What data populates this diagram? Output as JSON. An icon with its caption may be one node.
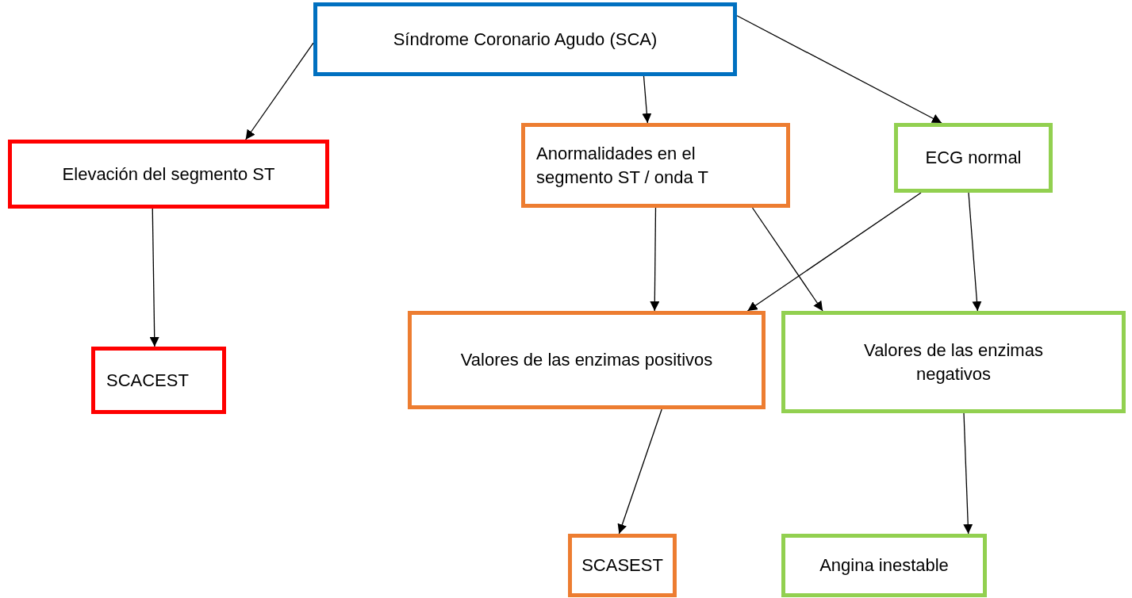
{
  "diagram": {
    "nodes": [
      {
        "text": [
          "Síndrome Coronario Agudo (SCA)"
        ]
      },
      {
        "text": [
          "Elevación del segmento ST"
        ]
      },
      {
        "text": [
          "SCACEST"
        ]
      },
      {
        "text": [
          "Anormalidades en el segmento ST / onda T"
        ]
      },
      {
        "text": [
          "ECG normal"
        ]
      },
      {
        "text": [
          "Valores de las enzimas positivos"
        ]
      },
      {
        "text": [
          "Valores de las enzimas negativos"
        ]
      },
      {
        "text": [
          "SCASEST"
        ]
      },
      {
        "text": [
          "Angina inestable"
        ]
      }
    ],
    "edges": [
      {
        "from": 0,
        "to": 1,
        "arrow": "to"
      },
      {
        "from": 0,
        "to": 3,
        "arrow": "to"
      },
      {
        "from": 0,
        "to": 4,
        "arrow": "to"
      },
      {
        "from": 1,
        "to": 2,
        "arrow": "to"
      },
      {
        "from": 3,
        "to": 5,
        "arrow": "to"
      },
      {
        "from": 3,
        "to": 6,
        "arrow": "to"
      },
      {
        "from": 4,
        "to": 5,
        "arrow": "to"
      },
      {
        "from": 4,
        "to": 6,
        "arrow": "to"
      },
      {
        "from": 5,
        "to": 7,
        "arrow": "to"
      },
      {
        "from": 6,
        "to": 8,
        "arrow": "to"
      }
    ]
  }
}
